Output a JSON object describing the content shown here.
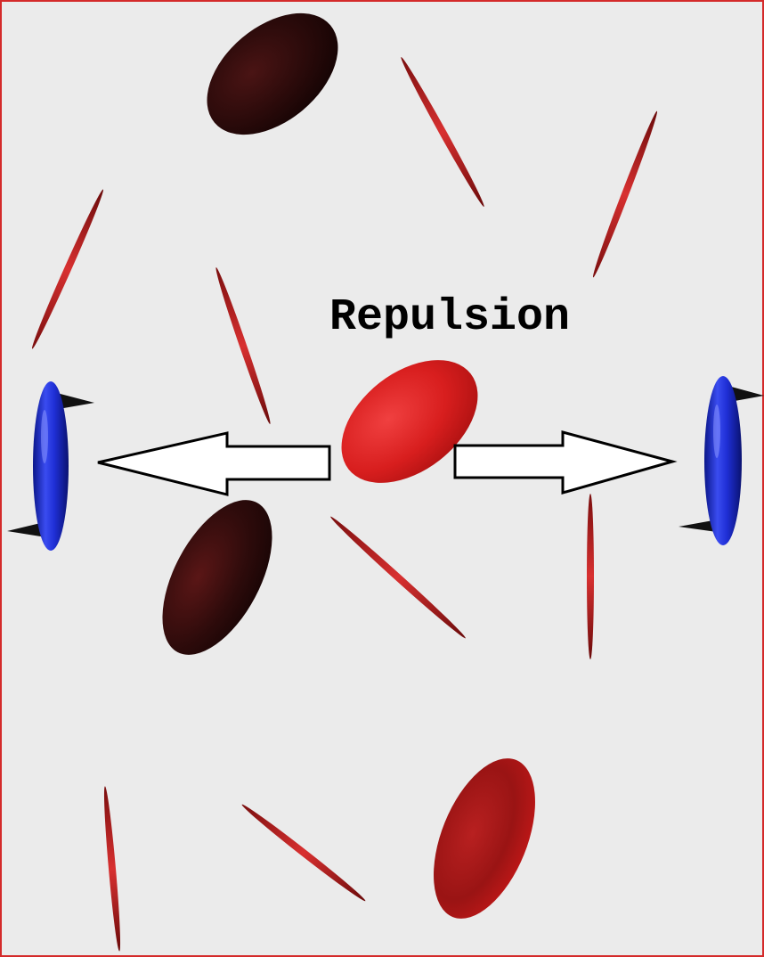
{
  "caption": {
    "text": "Repulsion"
  },
  "colors": {
    "background": "#ebebeb",
    "frame": "#d42a2a",
    "dark_disc": "#2a0a0a",
    "red_disc": "#d81e1e",
    "needle": "#b81f1f",
    "blue_particle": "#1f2fd6",
    "arrow_stroke": "#000000",
    "arrow_fill": "#ffffff"
  },
  "arrows": {
    "left": "arrow-left",
    "right": "arrow-right"
  }
}
